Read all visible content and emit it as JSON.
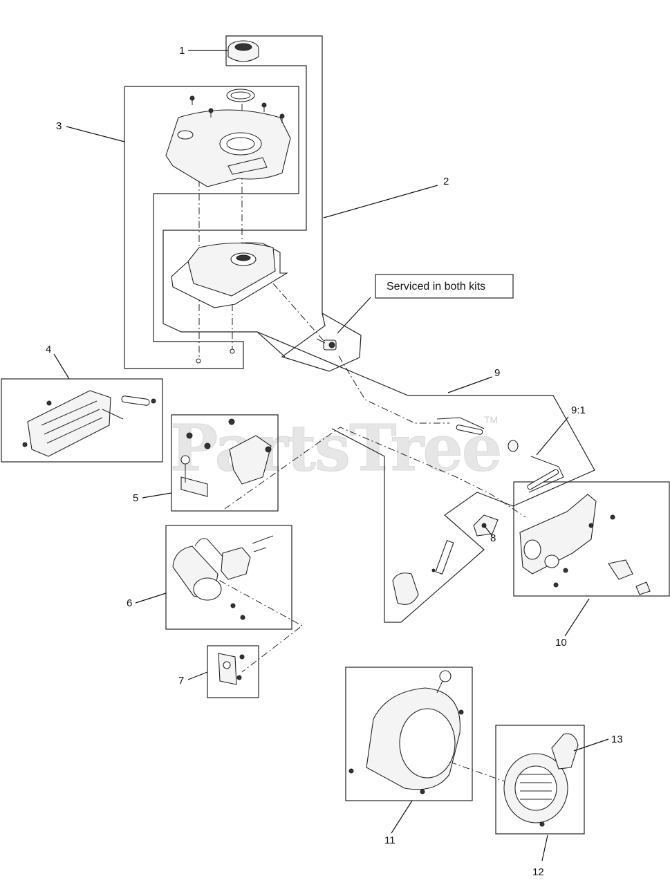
{
  "watermark": {
    "text": "PartsTree",
    "mark": "TM"
  },
  "note": {
    "text": "Serviced in both kits"
  },
  "callouts": [
    {
      "id": "c1",
      "label": "1"
    },
    {
      "id": "c2",
      "label": "2"
    },
    {
      "id": "c3",
      "label": "3"
    },
    {
      "id": "c4",
      "label": "4"
    },
    {
      "id": "c5",
      "label": "5"
    },
    {
      "id": "c6",
      "label": "6"
    },
    {
      "id": "c7",
      "label": "7"
    },
    {
      "id": "c8",
      "label": "8"
    },
    {
      "id": "c9",
      "label": "9"
    },
    {
      "id": "c91",
      "label": "9:1"
    },
    {
      "id": "c10",
      "label": "10"
    },
    {
      "id": "c11",
      "label": "11"
    },
    {
      "id": "c12",
      "label": "12"
    },
    {
      "id": "c13",
      "label": "13"
    }
  ]
}
